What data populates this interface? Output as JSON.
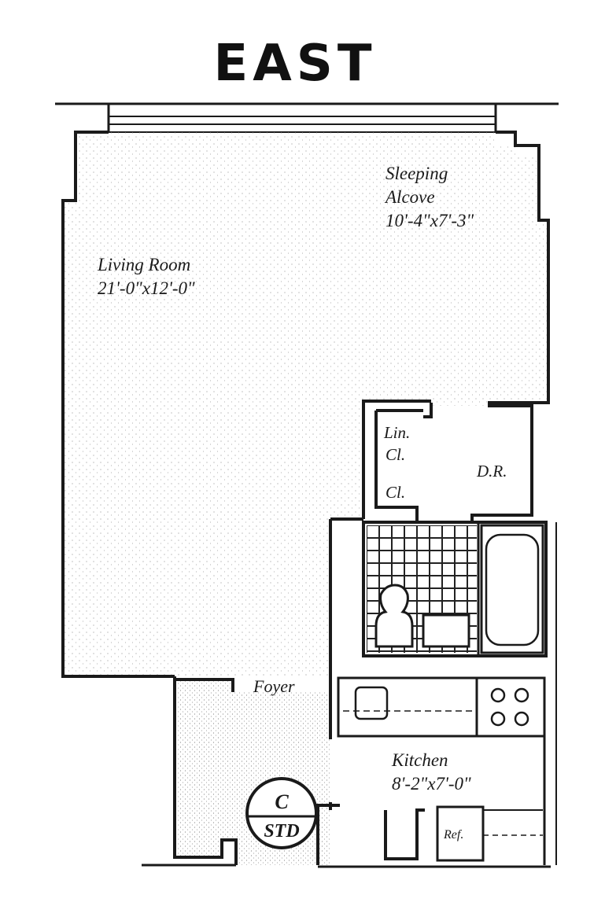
{
  "header": {
    "direction": "EAST"
  },
  "rooms": {
    "living_room": {
      "name": "Living Room",
      "size": "21'-0\"x12'-0\""
    },
    "sleeping_alcove": {
      "name_line1": "Sleeping",
      "name_line2": "Alcove",
      "size": "10'-4\"x7'-3\""
    },
    "linen_closet": {
      "name_line1": "Lin.",
      "name_line2": "Cl."
    },
    "closet": {
      "name": "Cl."
    },
    "dining": {
      "name": "D.R."
    },
    "foyer": {
      "name": "Foyer"
    },
    "kitchen": {
      "name": "Kitchen",
      "size": "8'-2\"x7'-0\""
    },
    "refrigerator": {
      "name": "Ref."
    }
  },
  "unit_badge": {
    "line1": "C",
    "line2": "STD"
  },
  "colors": {
    "ink": "#1a1a1a",
    "stipple": "#8a8a8a",
    "paper": "#ffffff"
  }
}
